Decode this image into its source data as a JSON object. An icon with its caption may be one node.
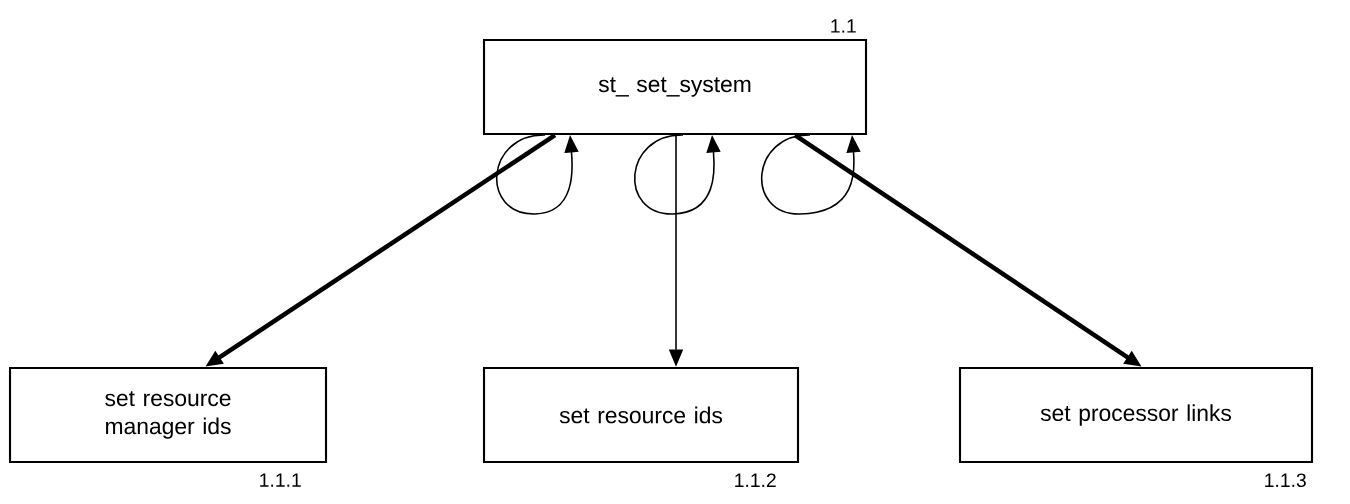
{
  "diagram": {
    "nodes": [
      {
        "text": [
          "st_  set_system"
        ],
        "beside": [
          "1.1"
        ]
      },
      {
        "text": [
          "set resource manager ids"
        ],
        "beside": [
          "1.1.1"
        ]
      },
      {
        "text": [
          "set resource ids"
        ],
        "beside": [
          "1.1.2"
        ]
      },
      {
        "text": [
          "set processor links"
        ],
        "beside": [
          "1.1.3"
        ]
      }
    ],
    "edges": [
      {
        "from": 0,
        "to": 1,
        "arrow": "to",
        "style": "thick"
      },
      {
        "from": 0,
        "to": 2,
        "arrow": "to"
      },
      {
        "from": 0,
        "to": 3,
        "arrow": "to",
        "style": "thick"
      },
      {
        "from": 0,
        "to": 0,
        "arrow": "to"
      },
      {
        "from": 0,
        "to": 0,
        "arrow": "to"
      },
      {
        "from": 0,
        "to": 0,
        "arrow": "to"
      }
    ]
  }
}
